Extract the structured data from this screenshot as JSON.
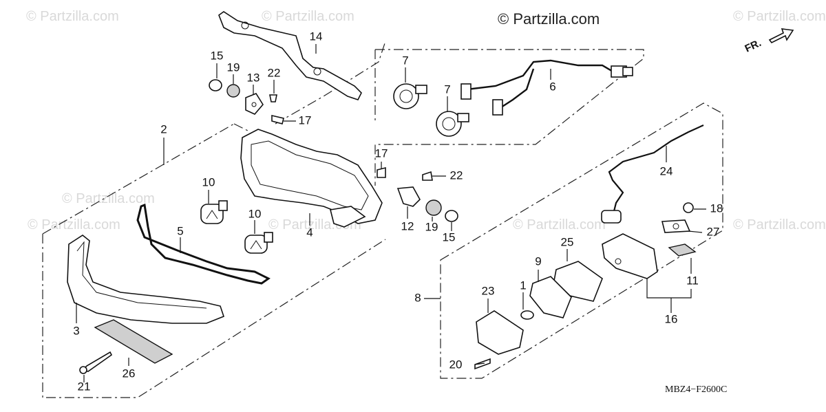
{
  "copyright_main": "© Partzilla.com",
  "watermark": "© Partzilla.com",
  "diagram_code": "MBZ4−F2600C",
  "front_indicator": "FR.",
  "callouts": {
    "c1": "1",
    "c2": "2",
    "c3": "3",
    "c4": "4",
    "c5": "5",
    "c6": "6",
    "c7a": "7",
    "c7b": "7",
    "c8": "8",
    "c9": "9",
    "c10a": "10",
    "c10b": "10",
    "c11": "11",
    "c12": "12",
    "c13": "13",
    "c14": "14",
    "c15a": "15",
    "c15b": "15",
    "c16": "16",
    "c17a": "17",
    "c17b": "17",
    "c18": "18",
    "c19a": "19",
    "c19b": "19",
    "c20": "20",
    "c21": "21",
    "c22a": "22",
    "c22b": "22",
    "c23": "23",
    "c24": "24",
    "c25": "25",
    "c26": "26",
    "c27": "27"
  }
}
